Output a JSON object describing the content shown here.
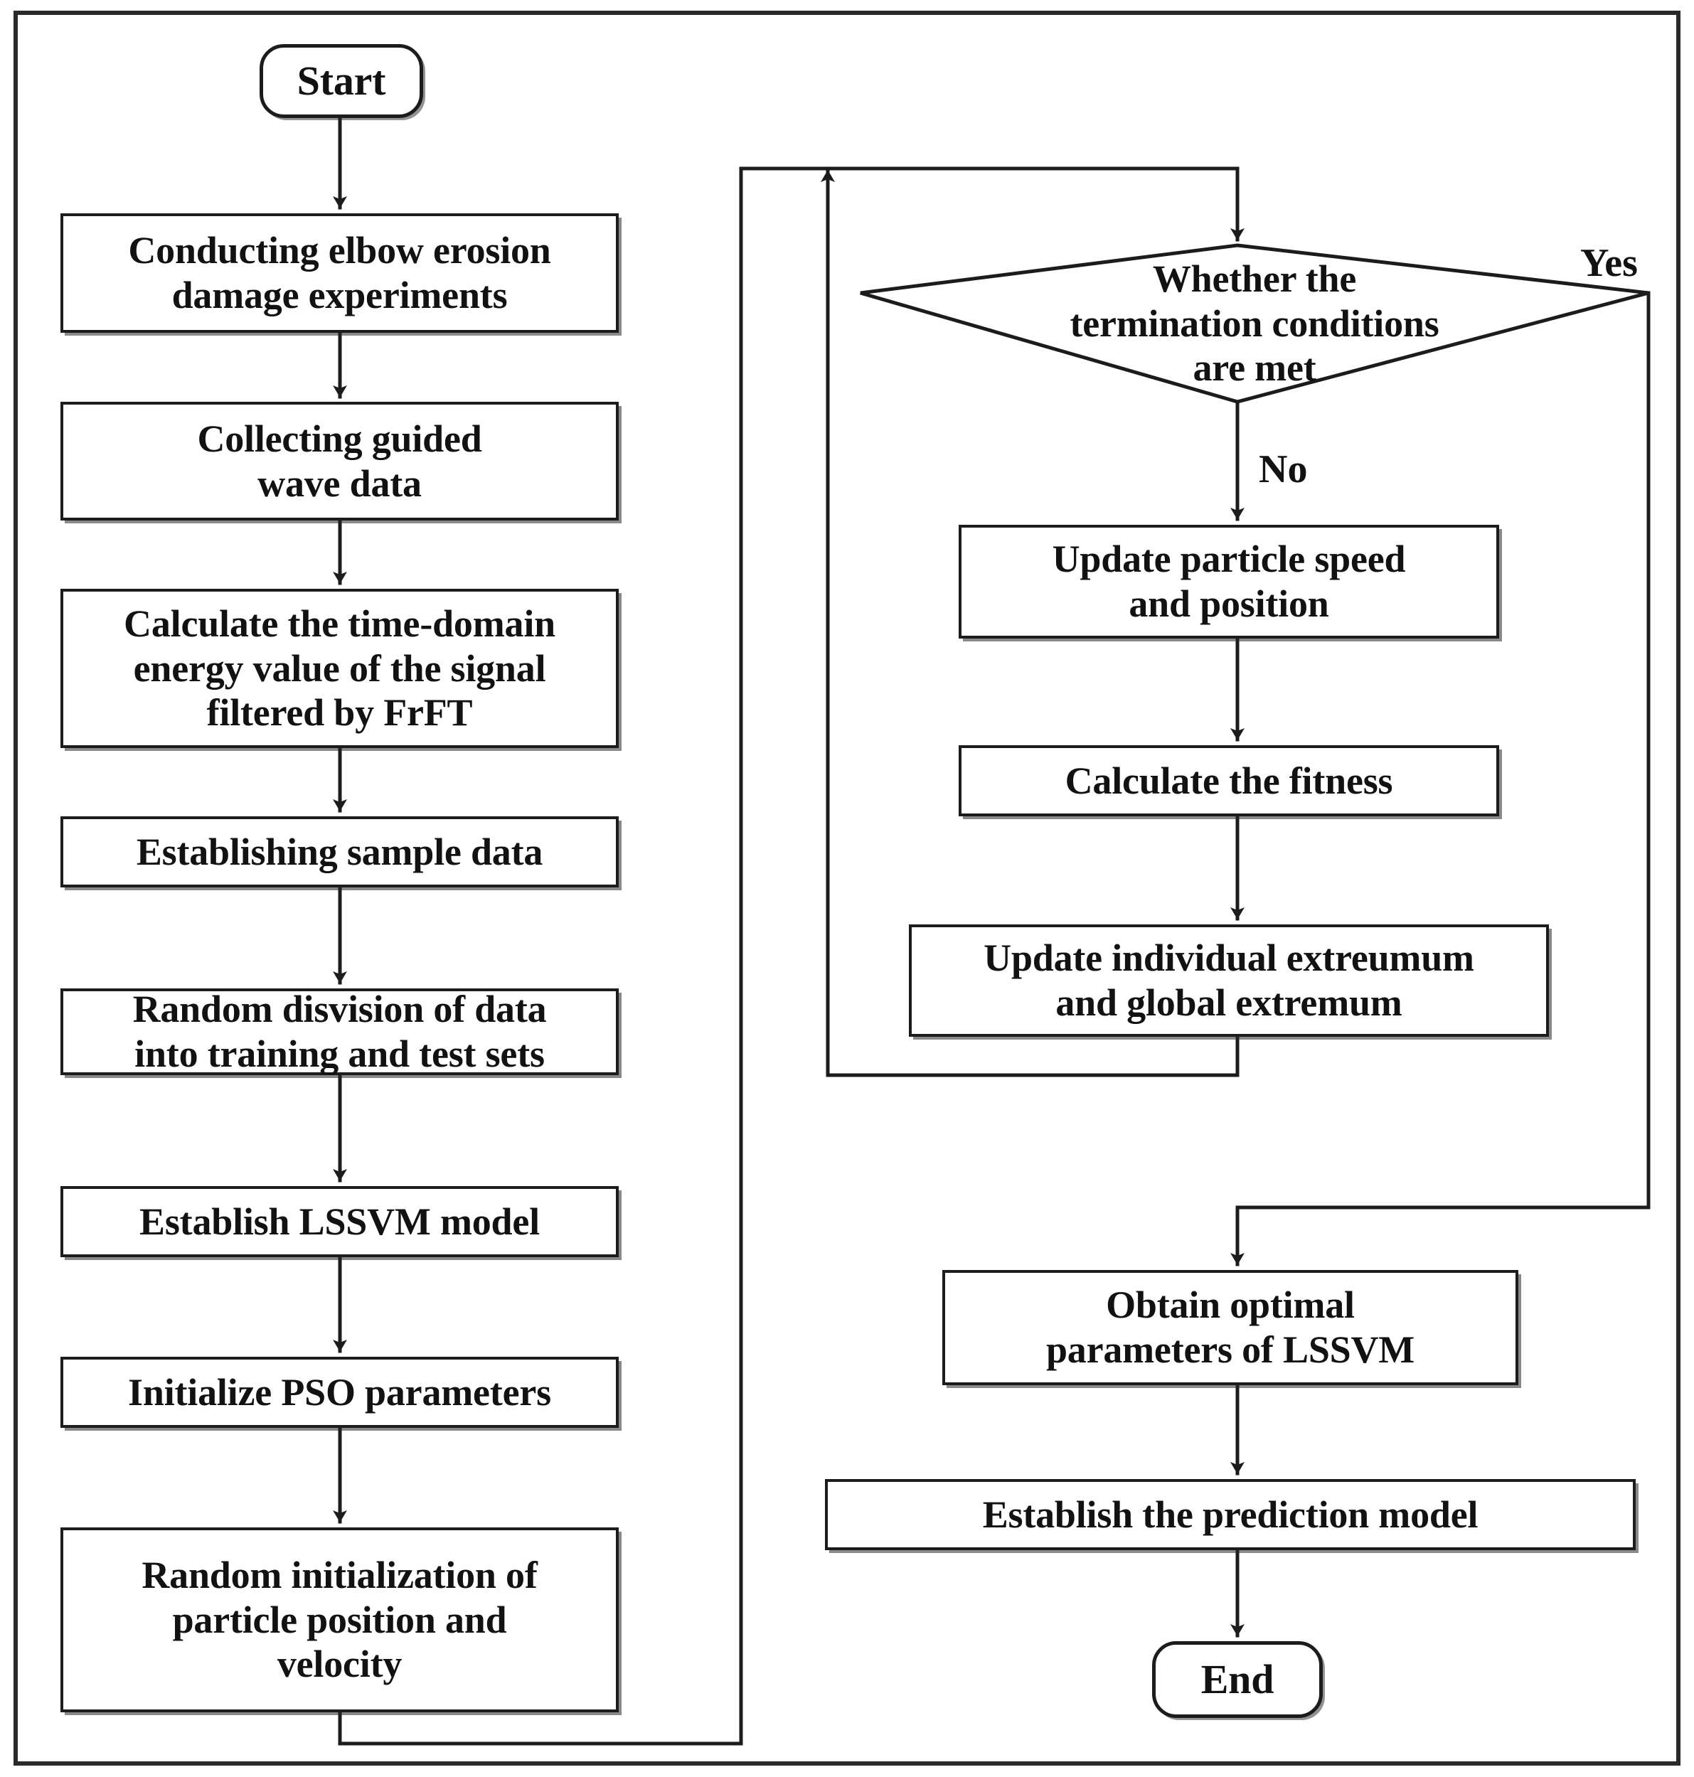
{
  "diagram": {
    "title": "PSO-LSSVM elbow erosion damage prediction flowchart",
    "type": "flowchart",
    "orientation": "two-column",
    "stroke_color": "#1c1c1c",
    "background_color": "#ffffff",
    "text_color": "#121212"
  },
  "left_column": {
    "start": {
      "label": "Start",
      "shape": "terminal"
    },
    "steps": [
      {
        "id": "experiments",
        "shape": "process",
        "lines": [
          "Conducting elbow erosion",
          "damage experiments"
        ]
      },
      {
        "id": "collect-wave",
        "shape": "process",
        "lines": [
          "Collecting guided",
          "wave data"
        ]
      },
      {
        "id": "energy-frft",
        "shape": "process",
        "lines": [
          "Calculate the time-domain",
          "energy value of the signal",
          "filtered by FrFT"
        ]
      },
      {
        "id": "sample-data",
        "shape": "process",
        "lines": [
          "Establishing sample data"
        ]
      },
      {
        "id": "split-data",
        "shape": "process",
        "lines": [
          "Random disvision of data",
          "into training and test sets"
        ]
      },
      {
        "id": "lssvm-model",
        "shape": "process",
        "lines": [
          "Establish LSSVM model"
        ]
      },
      {
        "id": "pso-params",
        "shape": "process",
        "lines": [
          "Initialize PSO parameters"
        ]
      },
      {
        "id": "init-particles",
        "shape": "process",
        "lines": [
          "Random initialization of",
          "particle position and",
          "velocity"
        ]
      }
    ]
  },
  "right_column": {
    "decision": {
      "id": "termination-check",
      "shape": "decision",
      "lines": [
        "Whether the",
        "termination conditions",
        "are met"
      ],
      "branch_yes": "Yes",
      "branch_no": "No"
    },
    "steps": [
      {
        "id": "update-velocity",
        "shape": "process",
        "lines": [
          "Update particle speed",
          "and position"
        ]
      },
      {
        "id": "calc-fitness",
        "shape": "process",
        "lines": [
          "Calculate the fitness"
        ]
      },
      {
        "id": "update-extremum",
        "shape": "process",
        "lines": [
          "Update individual extreumum",
          "and global extremum"
        ]
      },
      {
        "id": "optimal-params",
        "shape": "process",
        "lines": [
          "Obtain optimal",
          "parameters of LSSVM"
        ]
      },
      {
        "id": "prediction-model",
        "shape": "process",
        "lines": [
          "Establish the prediction model"
        ]
      }
    ],
    "end": {
      "label": "End",
      "shape": "terminal"
    }
  },
  "edges": [
    {
      "from": "start",
      "to": "experiments",
      "label": ""
    },
    {
      "from": "experiments",
      "to": "collect-wave",
      "label": ""
    },
    {
      "from": "collect-wave",
      "to": "energy-frft",
      "label": ""
    },
    {
      "from": "energy-frft",
      "to": "sample-data",
      "label": ""
    },
    {
      "from": "sample-data",
      "to": "split-data",
      "label": ""
    },
    {
      "from": "split-data",
      "to": "lssvm-model",
      "label": ""
    },
    {
      "from": "lssvm-model",
      "to": "pso-params",
      "label": ""
    },
    {
      "from": "pso-params",
      "to": "init-particles",
      "label": ""
    },
    {
      "from": "init-particles",
      "to": "termination-check",
      "label": ""
    },
    {
      "from": "termination-check",
      "to": "update-velocity",
      "label": "No"
    },
    {
      "from": "update-velocity",
      "to": "calc-fitness",
      "label": ""
    },
    {
      "from": "calc-fitness",
      "to": "update-extremum",
      "label": ""
    },
    {
      "from": "update-extremum",
      "to": "termination-check",
      "label": ""
    },
    {
      "from": "termination-check",
      "to": "optimal-params",
      "label": "Yes"
    },
    {
      "from": "optimal-params",
      "to": "prediction-model",
      "label": ""
    },
    {
      "from": "prediction-model",
      "to": "end",
      "label": ""
    }
  ]
}
